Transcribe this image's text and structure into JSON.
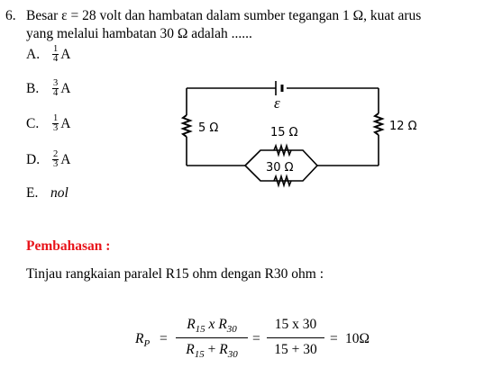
{
  "question": {
    "number": "6.",
    "line1": "Besar ε = 28 volt dan hambatan dalam sumber tegangan 1 Ω, kuat arus",
    "line2": "yang melalui hambatan 30 Ω adalah ......"
  },
  "options": [
    {
      "label": "A.",
      "num": "1",
      "den": "4",
      "unit": "A"
    },
    {
      "label": "B.",
      "num": "3",
      "den": "4",
      "unit": "A"
    },
    {
      "label": "C.",
      "num": "1",
      "den": "3",
      "unit": "A"
    },
    {
      "label": "D.",
      "num": "2",
      "den": "3",
      "unit": "A"
    },
    {
      "label": "E.",
      "text": "nol"
    }
  ],
  "circuit": {
    "emf_label": "ε",
    "r5_label": "5 Ω",
    "r12_label": "12 Ω",
    "r15_label": "15 Ω",
    "r30_label": "30 Ω"
  },
  "solution": {
    "heading": "Pembahasan :",
    "text": "Tinjau rangkaian paralel R15 ohm dengan R30 ohm :",
    "formula": {
      "lhs": "R",
      "lhs_sub": "P",
      "eq": "=",
      "f1_num": "R",
      "f1_num_sub1": "15",
      "f1_x": "x",
      "f1_num_sub2": "30",
      "f1_den_a": "R",
      "f1_den_sub1": "15",
      "f1_plus": "+",
      "f1_den_sub2": "30",
      "f2_num": "15 x 30",
      "f2_den": "15 + 30",
      "result": "10Ω"
    }
  }
}
